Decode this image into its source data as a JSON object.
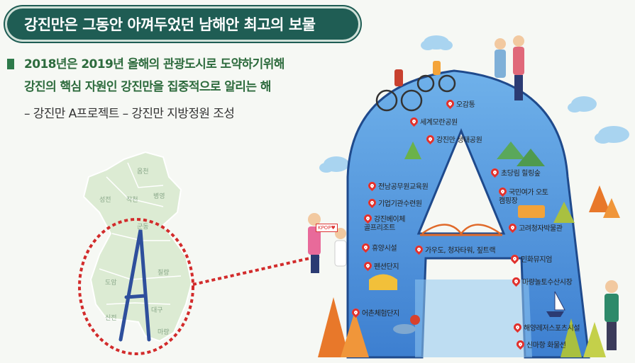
{
  "header": {
    "title": "강진만은 그동안 아껴두었던 남해안 최고의 보물"
  },
  "intro": {
    "line1": "2018년은 2019년 올해의 관광도시로 도약하기위해",
    "line2": "강진의 핵심 자원인 강진만을 집중적으로 알리는 해",
    "line3": "– 강진만 A프로젝트 – 강진만 지방정원 조성"
  },
  "map_regions": [
    "옴천",
    "작천",
    "병영",
    "성전",
    "군동",
    "도암",
    "칠량",
    "대구",
    "신전",
    "마량"
  ],
  "sign": {
    "text": "KPOP♥"
  },
  "places": [
    "오감통",
    "세계모란공원",
    "강진만 생태공원",
    "초당림 힐링숲",
    "전남공무원교육원",
    "국민여가 오토캠핑장",
    "기업기관수련원",
    "강진베이체 골프리조트",
    "고려청자박물관",
    "휴양시설",
    "가우도, 청자타워, 짚트랙",
    "민화뮤지엄",
    "펜션단지",
    "마량놀토수산시장",
    "어촌체험단지",
    "해양레저스포츠시설",
    "신마항 화물선"
  ],
  "colors": {
    "title_bg": "#1f5d54",
    "accent_green": "#2d6b3d",
    "pin": "#e0312d",
    "a_letter": "#4a8fd8"
  }
}
